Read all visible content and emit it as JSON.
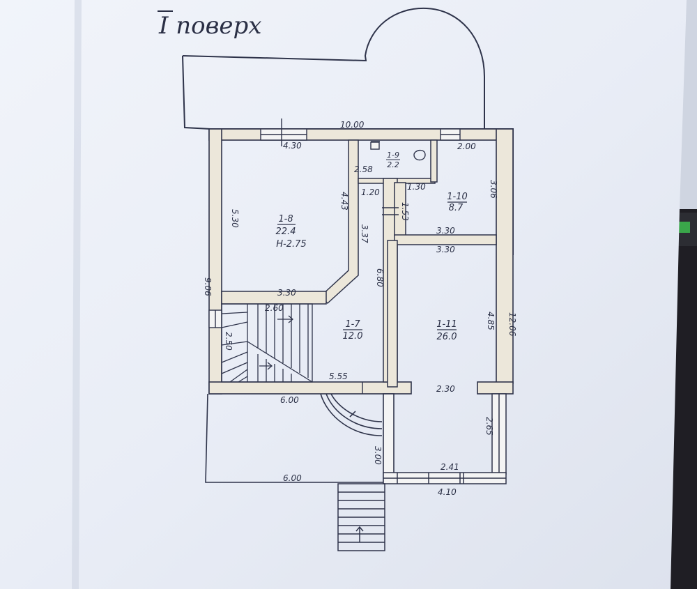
{
  "title": "I поверх",
  "dims": {
    "top_total": "10.00",
    "r8_top": "4.30",
    "r8_left": "5.30",
    "r8_right": "4.43",
    "r8_bottom": "3.30",
    "r9_bottom": "2.58",
    "corr_top": "1.20",
    "corr_len": "3.37",
    "r10_top": "2.00",
    "r10_left_top": "1.30",
    "r10_left": "1.53",
    "r10_right": "3.06",
    "r10_bottom": "3.30",
    "r11_top": "3.30",
    "r11_left": "6.80",
    "r11_right": "4.85",
    "left_total": "9.06",
    "right_total": "12.06",
    "stair_top": "2.60",
    "stair_left": "2.50",
    "r7_bottom": "5.55",
    "porch_top": "6.00",
    "porch_bottom": "6.00",
    "porch_right": "3.00",
    "veranda_top": "2.30",
    "veranda_right": "2.65",
    "veranda_inner": "2.41",
    "veranda_bottom": "4.10"
  },
  "rooms": [
    {
      "id": "1-8",
      "area": "22.4",
      "height": "H-2.75"
    },
    {
      "id": "1-9",
      "area": "2.2"
    },
    {
      "id": "1-10",
      "area": "8.7"
    },
    {
      "id": "1-7",
      "area": "12.0"
    },
    {
      "id": "1-11",
      "area": "26.0"
    }
  ]
}
